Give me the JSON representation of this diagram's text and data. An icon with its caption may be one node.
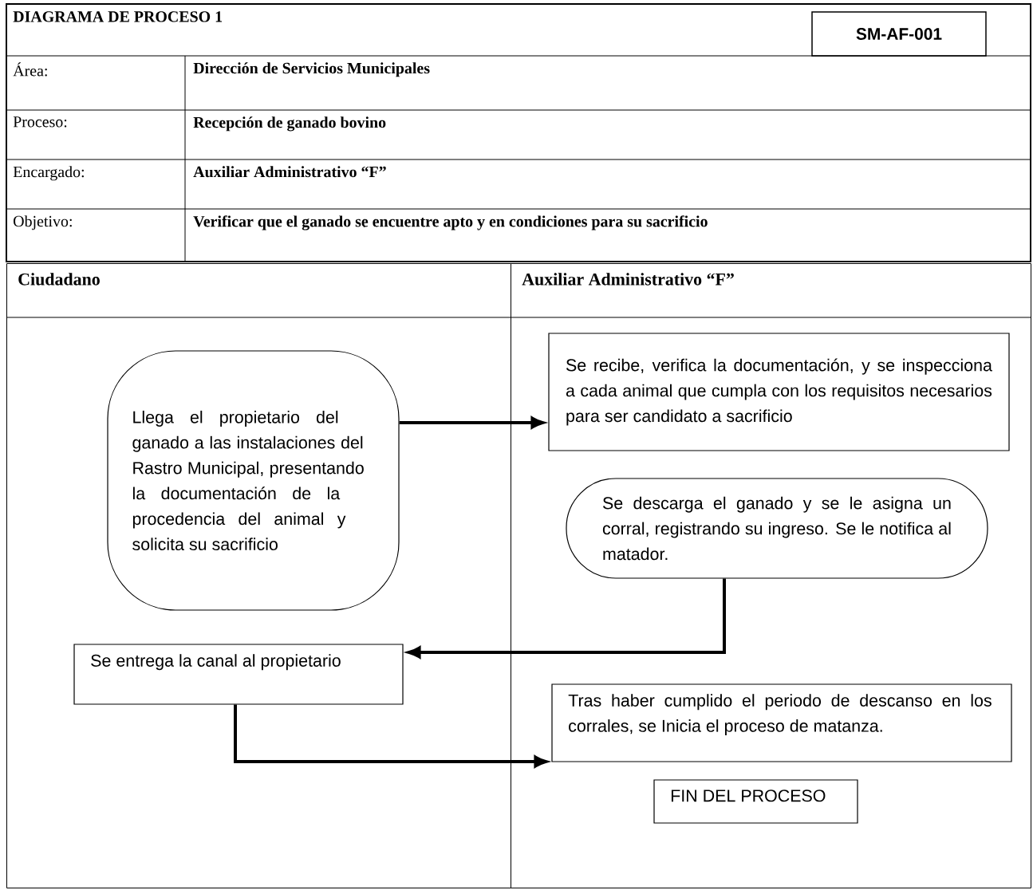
{
  "diagram": {
    "title": "DIAGRAMA DE PROCESO 1",
    "nodes": [
      {
        "text": [
          "SM-AF-001"
        ]
      },
      {
        "text": [
          "Ciudadano"
        ]
      },
      {
        "text": [
          "Auxiliar Administrativo “F”"
        ]
      },
      {
        "text": [
          "Llega el propietario del ganado a las instalaciones del Rastro Municipal, presentando la documentación de la procedencia del animal y solicita su sacrificio"
        ],
        "in": 1
      },
      {
        "text": [
          "Se recibe, verifica la documentación, y se inspecciona a cada animal que cumpla con los requisitos necesarios para ser candidato a sacrificio"
        ],
        "in": 2
      },
      {
        "text": [
          "Se descarga el ganado y se le asigna un corral, registrando su ingreso. Se le notifica al matador."
        ],
        "in": 2
      },
      {
        "text": [
          "Se entrega la canal al propietario"
        ],
        "in": 1
      },
      {
        "text": [
          "Tras haber cumplido el periodo de descanso en los corrales, se Inicia el proceso de matanza."
        ],
        "in": 2
      },
      {
        "text": [
          "FIN DEL PROCESO"
        ],
        "in": 2
      }
    ],
    "edges": [
      {
        "from": 3,
        "to": 4,
        "arrow": "to"
      },
      {
        "from": 5,
        "to": 6,
        "arrow": "to"
      },
      {
        "from": 6,
        "to": 7,
        "arrow": "to"
      }
    ],
    "labels": [
      "Área:",
      "Dirección de Servicios Municipales",
      "Proceso:",
      "Recepción de ganado bovino",
      "Encargado:",
      "Auxiliar Administrativo “F”",
      "Objetivo:",
      "Verificar que el ganado se encuentre apto y en condiciones para su sacrificio"
    ]
  }
}
